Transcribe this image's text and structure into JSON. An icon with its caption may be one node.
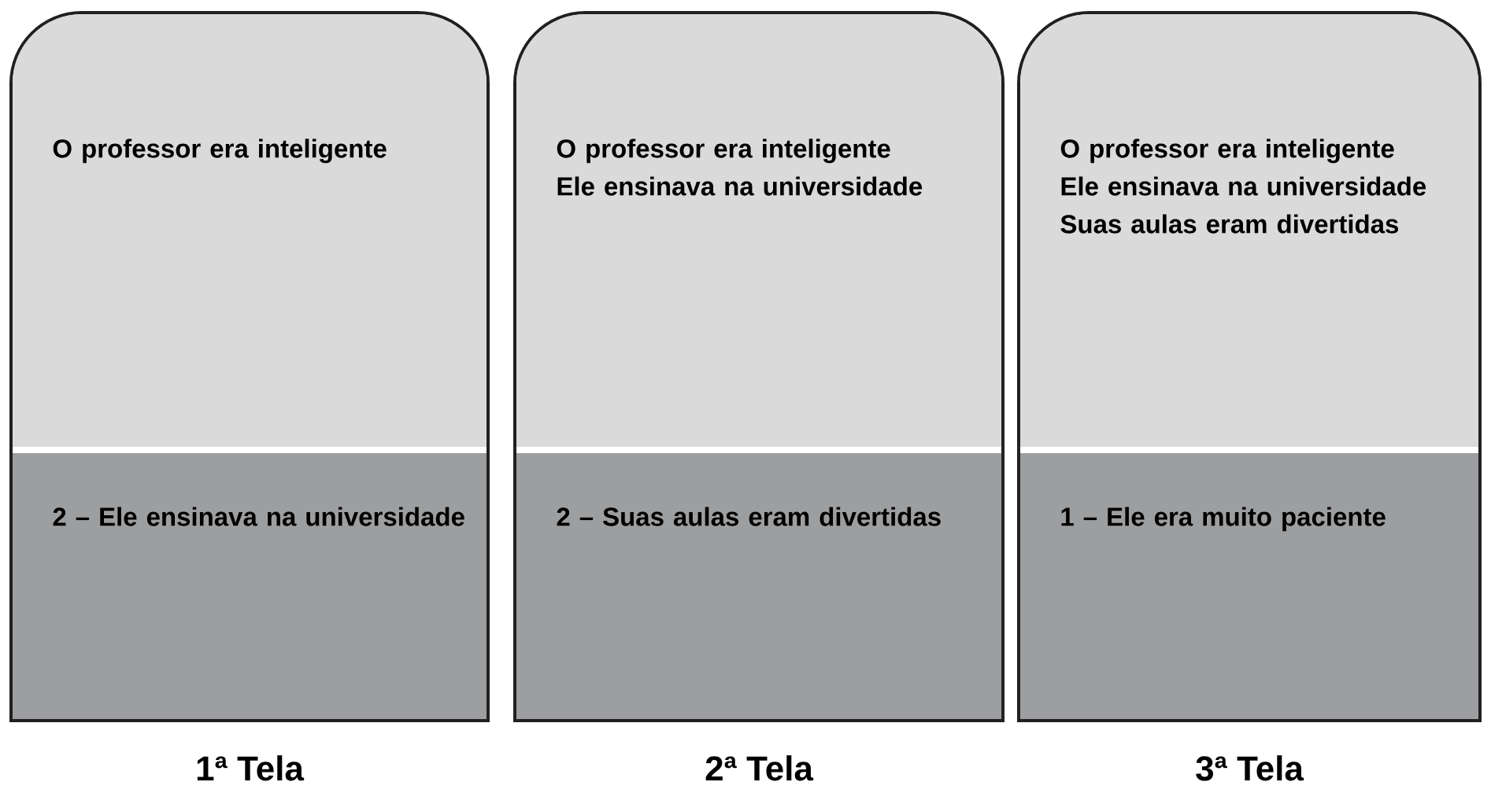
{
  "diagram": {
    "nodes": [
      {
        "text": [
          "1ª Tela"
        ]
      },
      {
        "text": [
          "O professor era inteligente"
        ],
        "in": 0
      },
      {
        "text": [
          "2 – Ele ensinava na universidade"
        ],
        "in": 0
      },
      {
        "text": [
          "2ª Tela"
        ]
      },
      {
        "text": [
          "O professor era inteligente",
          "Ele ensinava na universidade"
        ],
        "in": 3
      },
      {
        "text": [
          "2 – Suas aulas eram divertidas"
        ],
        "in": 3
      },
      {
        "text": [
          "3ª Tela"
        ]
      },
      {
        "text": [
          "O professor era inteligente",
          "Ele ensinava na universidade",
          "Suas aulas eram divertidas"
        ],
        "in": 6
      },
      {
        "text": [
          "1 – Ele era muito paciente"
        ],
        "in": 6
      }
    ]
  }
}
